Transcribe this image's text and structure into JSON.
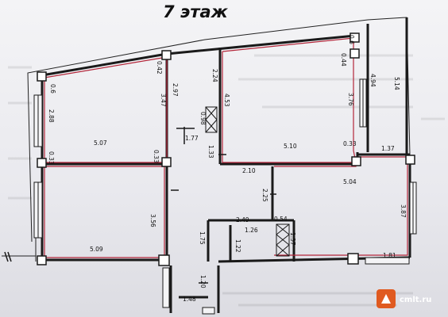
{
  "title": "7 этаж",
  "dimensions": {
    "d0_6": "0.6",
    "d2_88": "2.88",
    "d0_33a": "0.33",
    "d0_42": "0.42",
    "d2_97": "2.97",
    "d3_47": "3.47",
    "d5_07": "5.07",
    "d0_33b": "0.33",
    "d2_24": "2.24",
    "d4_53": "4.53",
    "d0_98": "0.98",
    "d1_77": "1.77",
    "d1_33": "1.33",
    "d2_10": "2.10",
    "d5_10": "5.10",
    "d0_44": "0.44",
    "d0_6b": "0.6",
    "d4_94": "4.94",
    "d5_14": "5.14",
    "d3_76": "3.76",
    "d0_33c": "0.33",
    "d1_37": "1.37",
    "d5_04": "5.04",
    "d3_56": "3.56",
    "d5_09": "5.09",
    "d2_25": "2.25",
    "d2_49": "2.49",
    "d0_54": "0.54",
    "d1_26": "1.26",
    "d1_75": "1.75",
    "d1_22": "1.22",
    "d1_37b": "1.37",
    "d3_87": "3.87",
    "d1_81": "1.81",
    "d1_20": "1.20",
    "d1_48": "1.48"
  },
  "watermark": {
    "text": "cmlt.ru",
    "color": "#e05a20"
  },
  "colors": {
    "wall": "#1a1a1a",
    "highlight": "#b3263a"
  }
}
